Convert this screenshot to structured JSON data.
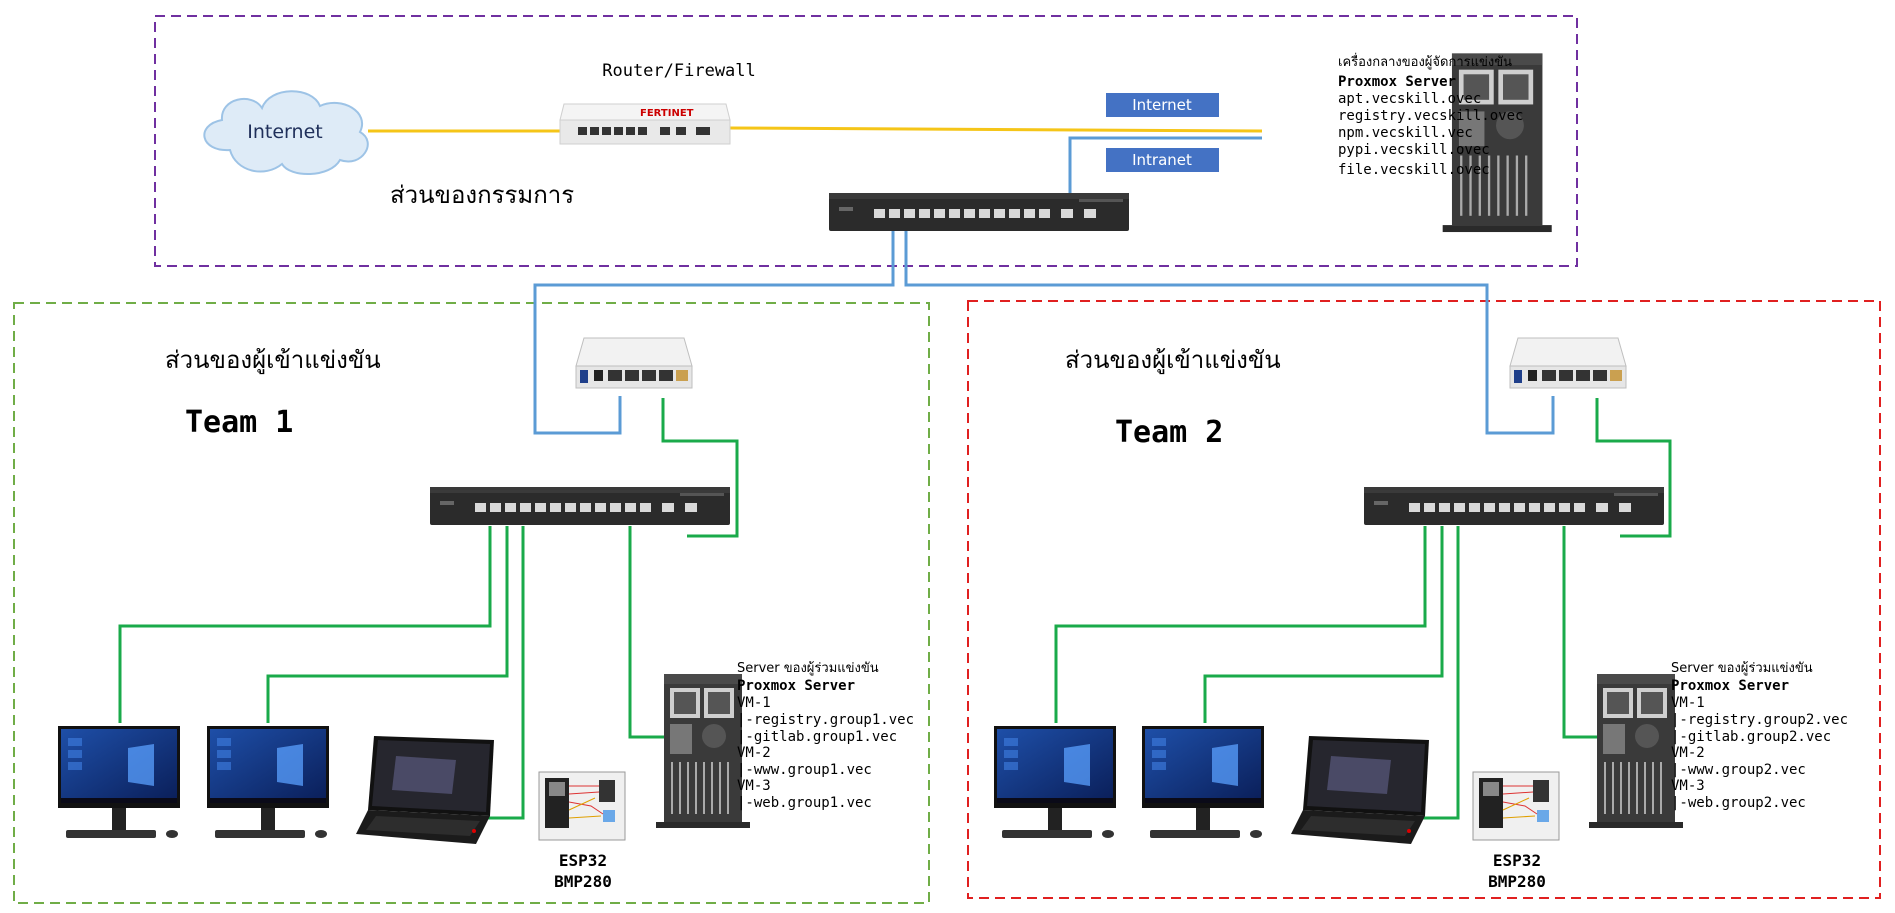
{
  "judges": {
    "section_label": "ส่วนของกรรมการ",
    "cloud_label": "Internet",
    "router_label": "Router/Firewall",
    "internet_tag": "Internet",
    "intranet_tag": "Intranet",
    "server": {
      "title": "เครื่องกลางของผู้จัดการแข่งขัน",
      "name": "Proxmox Server",
      "lines": [
        "apt.vecskill.ovec",
        "registry.vecskill.ovec",
        "npm.vecskill.vec",
        "pypi.vecskill.ovec",
        "file.vecskill.ovec"
      ]
    }
  },
  "teams": [
    {
      "section_label": "ส่วนของผู้เข้าแข่งขัน",
      "team_label": "Team 1",
      "server_title": "Server  ของผู้ร่วมแข่งขัน",
      "server_name": "Proxmox Server",
      "vm_lines": [
        "VM-1",
        "|-registry.group1.vec",
        "|-gitlab.group1.vec",
        "VM-2",
        "|-www.group1.vec",
        "VM-3",
        "|-web.group1.vec"
      ],
      "iot_lines": [
        "ESP32",
        "BMP280"
      ]
    },
    {
      "section_label": "ส่วนของผู้เข้าแข่งขัน",
      "team_label": "Team 2",
      "server_title": "Server  ของผู้ร่วมแข่งขัน",
      "server_name": "Proxmox Server",
      "vm_lines": [
        "VM-1",
        "|-registry.group2.vec",
        "|-gitlab.group2.vec",
        "VM-2",
        "|-www.group2.vec",
        "VM-3",
        "|-web.group2.vec"
      ],
      "iot_lines": [
        "ESP32",
        "BMP280"
      ]
    }
  ],
  "colors": {
    "judges_border": "#7030a0",
    "team1_border": "#70ad47",
    "team2_border": "#e02020",
    "link_yellow": "#f5c518",
    "link_blue": "#5b9bd5",
    "link_green": "#1aaa4a",
    "tag_fill": "#4472c4"
  }
}
